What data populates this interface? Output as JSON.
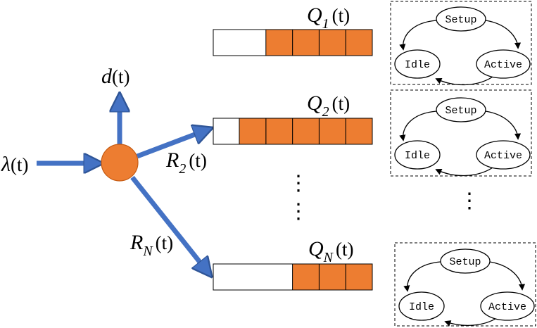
{
  "input": {
    "symbol": "λ",
    "arg": "(t)"
  },
  "output": {
    "symbol": "d",
    "arg": "(t)"
  },
  "routes": [
    {
      "symbol": "R",
      "sub": "2",
      "arg": "(t)"
    },
    {
      "symbol": "R",
      "sub": "N",
      "arg": "(t)"
    }
  ],
  "queues": [
    {
      "symbol": "Q",
      "sub": "1",
      "arg": "(t)",
      "filled": 4
    },
    {
      "symbol": "Q",
      "sub": "2",
      "arg": "(t)",
      "filled": 5
    },
    {
      "symbol": "Q",
      "sub": "N",
      "arg": "(t)",
      "filled": 3
    }
  ],
  "state_machine": {
    "states": [
      "Setup",
      "Idle",
      "Active"
    ]
  },
  "ellipsis": "⋮",
  "colors": {
    "arrow": "#4472C4",
    "arrow_stroke": "#2F5597",
    "node": "#ED7D31",
    "cell": "#ED7D31"
  }
}
